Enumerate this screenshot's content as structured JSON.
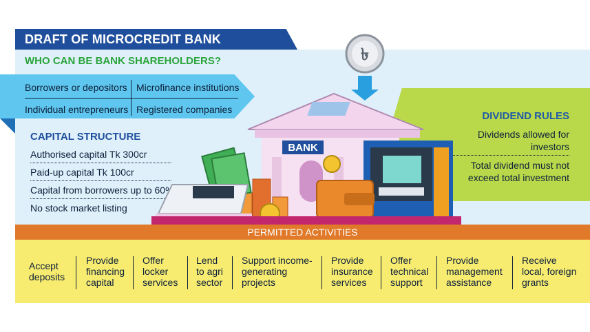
{
  "title": "DRAFT OF MICROCREDIT BANK ORDINANCE",
  "shareholders": {
    "heading": "WHO CAN BE BANK SHAREHOLDERS?",
    "items": [
      "Borrowers or depositors",
      "Microfinance institutions",
      "Individual entrepreneurs",
      "Registered companies"
    ]
  },
  "capital": {
    "heading": "CAPITAL STRUCTURE",
    "items": [
      "Authorised capital Tk 300cr",
      "Paid-up capital Tk 100cr",
      "Capital from borrowers up to 60%",
      "No stock market listing"
    ]
  },
  "bank_sign": "BANK",
  "taka_symbol": "৳",
  "dividend": {
    "heading": "DIVIDEND RULES",
    "items": [
      {
        "line1": "Dividends allowed for",
        "line2": "investors"
      },
      {
        "line1": "Total dividend must not",
        "line2": "exceed total investment"
      }
    ]
  },
  "activities": {
    "heading": "PERMITTED ACTIVITIES",
    "items": [
      {
        "l1": "Accept",
        "l2": "deposits",
        "l3": ""
      },
      {
        "l1": "Provide",
        "l2": "financing",
        "l3": "capital"
      },
      {
        "l1": "Offer",
        "l2": "locker",
        "l3": "services"
      },
      {
        "l1": "Lend",
        "l2": "to agri",
        "l3": "sector"
      },
      {
        "l1": "Support income-",
        "l2": "generating",
        "l3": "projects"
      },
      {
        "l1": "Provide",
        "l2": "insurance",
        "l3": "services"
      },
      {
        "l1": "Offer",
        "l2": "technical",
        "l3": "support"
      },
      {
        "l1": "Provide",
        "l2": "management",
        "l3": "assistance"
      },
      {
        "l1": "Receive",
        "l2": "local, foreign",
        "l3": "grants"
      }
    ]
  },
  "colors": {
    "title_bar": "#1f4f9c",
    "shareholders_box": "#5fc7ef",
    "dividend_panel": "#b9d94a",
    "activities_bar": "#e07a2a",
    "activities_panel": "#f7ec6f",
    "green_heading": "#2aa43a"
  }
}
